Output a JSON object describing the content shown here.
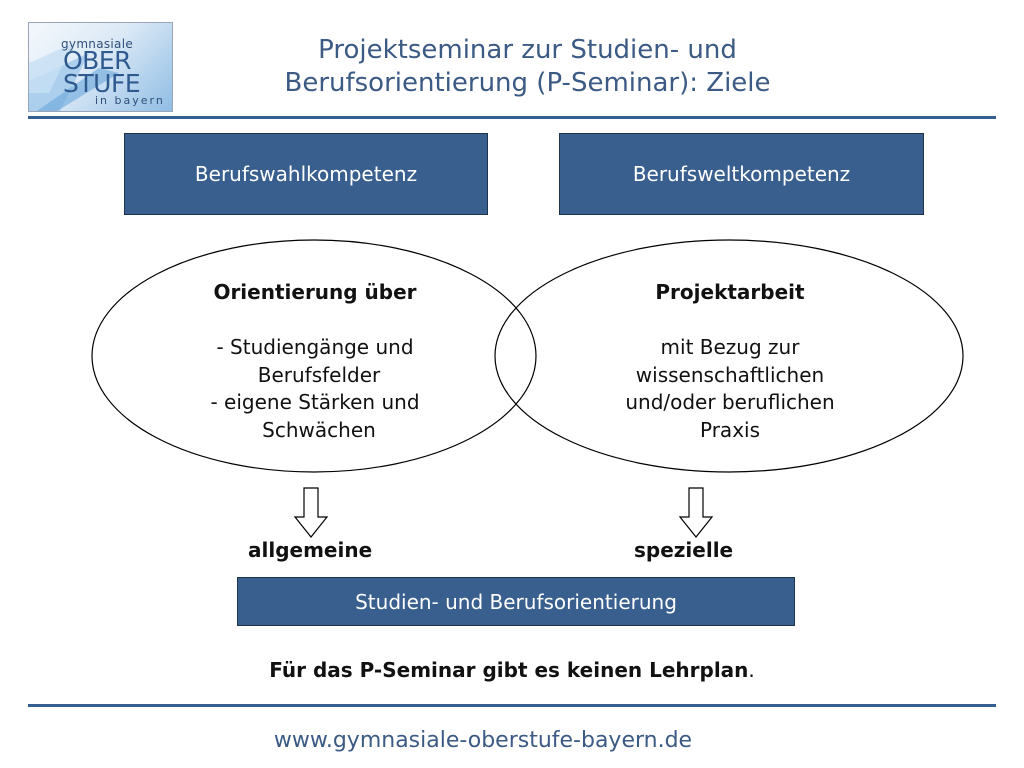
{
  "logo": {
    "line1": "gymnasiale",
    "line2": "OBER",
    "line3": "STUFE",
    "line4": "in bayern"
  },
  "title": {
    "line1": "Projektseminar zur Studien- und",
    "line2": "Berufsorientierung (P-Seminar): Ziele"
  },
  "boxes": {
    "left": "Berufswahlkompetenz",
    "right": "Berufsweltkompetenz",
    "bottom": "Studien- und Berufsorientierung"
  },
  "ellipse_left": {
    "heading": "Orientierung über",
    "item1": "- Studiengänge und",
    "item1b": "Berufsfelder",
    "item2": "- eigene Stärken und",
    "item2b": "Schwächen"
  },
  "ellipse_right": {
    "heading": "Projektarbeit",
    "line1": "mit Bezug zur",
    "line2": "wissenschaftlichen",
    "line3": "und/oder beruflichen",
    "line4": "Praxis"
  },
  "labels": {
    "left": "allgemeine",
    "right": "spezielle"
  },
  "note": {
    "text": "Für das P-Seminar gibt es keinen Lehrplan",
    "end": "."
  },
  "footer": "www.gymnasiale-oberstufe-bayern.de",
  "colors": {
    "box_fill": "#395f8f",
    "title": "#3b5a84",
    "rule": "#365f91"
  }
}
